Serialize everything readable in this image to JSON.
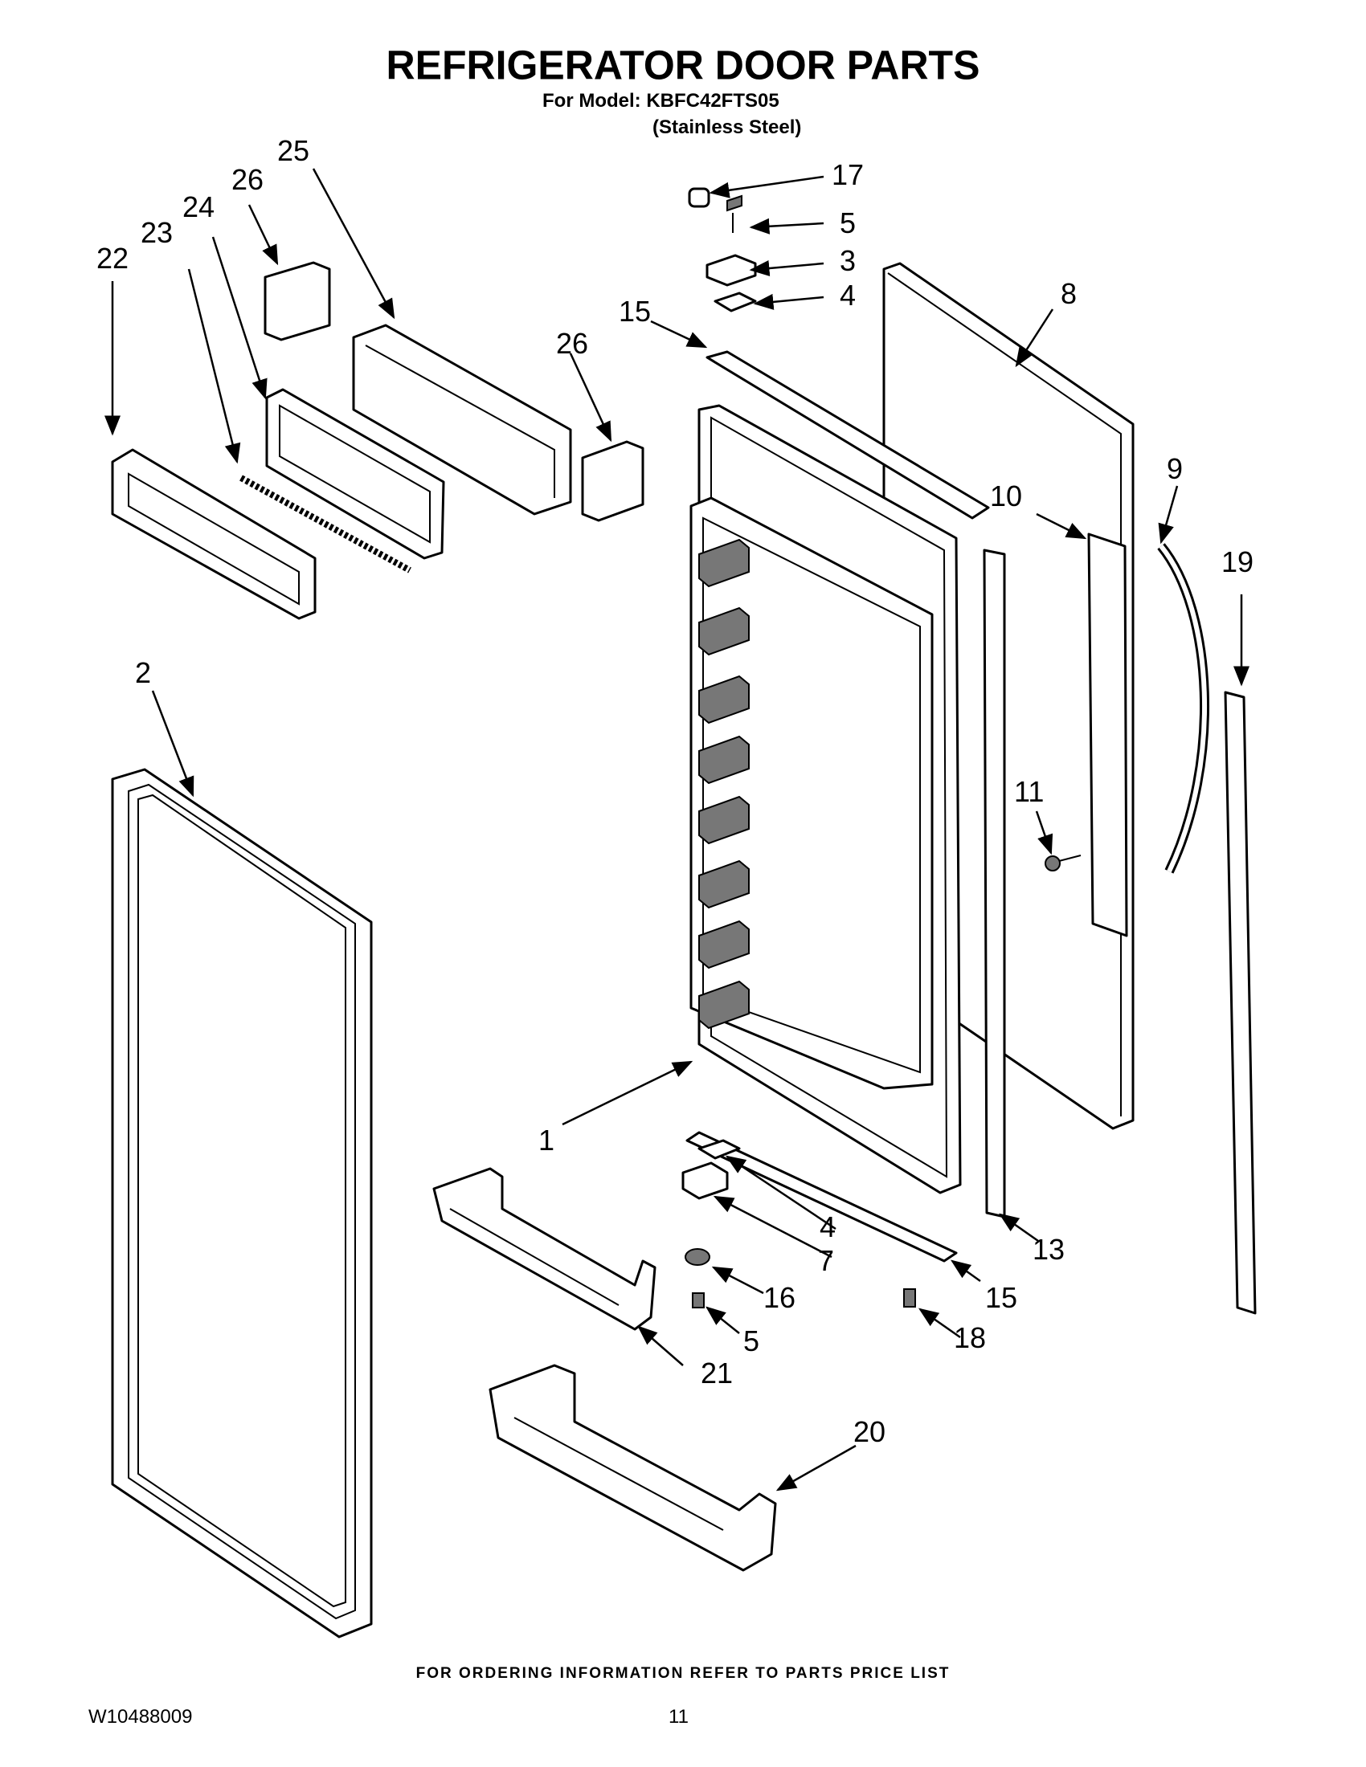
{
  "header": {
    "title": "REFRIGERATOR DOOR PARTS",
    "model_line": "For Model: KBFC42FTS05",
    "variant_line": "(Stainless Steel)"
  },
  "callouts": {
    "c1": "1",
    "c2": "2",
    "c3": "3",
    "c4a": "4",
    "c4b": "4",
    "c5a": "5",
    "c5b": "5",
    "c7": "7",
    "c8": "8",
    "c9": "9",
    "c10": "10",
    "c11": "11",
    "c13": "13",
    "c15a": "15",
    "c15b": "15",
    "c16": "16",
    "c17": "17",
    "c18": "18",
    "c19": "19",
    "c20": "20",
    "c21": "21",
    "c22": "22",
    "c23": "23",
    "c24": "24",
    "c25": "25",
    "c26a": "26",
    "c26b": "26"
  },
  "footer": {
    "ordering_note": "FOR ORDERING INFORMATION REFER TO PARTS PRICE LIST",
    "document_number": "W10488009",
    "page_number": "11"
  }
}
